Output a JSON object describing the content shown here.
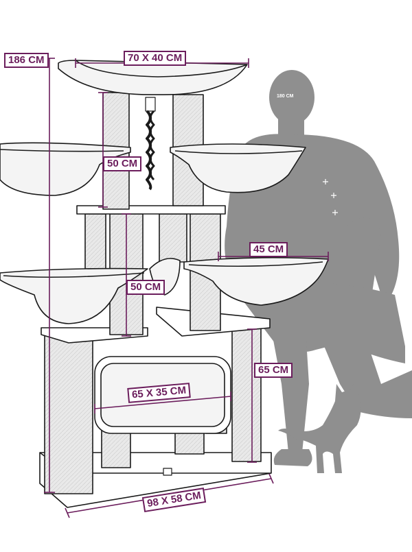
{
  "diagram": {
    "colors": {
      "accent": "#6b1d5c",
      "outline": "#1a1a1a",
      "post_fill": "#e7e7e7",
      "plush_fill": "#f4f4f4",
      "silhouette": "#8f8f8f"
    },
    "labels": {
      "total_height": "186 CM",
      "top_bed": "70 X 40 CM",
      "post_height_upper": "50 CM",
      "post_height_middle": "50 CM",
      "hammock_width": "45 CM",
      "lower_post_height": "65 CM",
      "cave_size": "65 X 35 CM",
      "base_size": "98 X 58 CM",
      "person_height": "180 CM"
    }
  }
}
